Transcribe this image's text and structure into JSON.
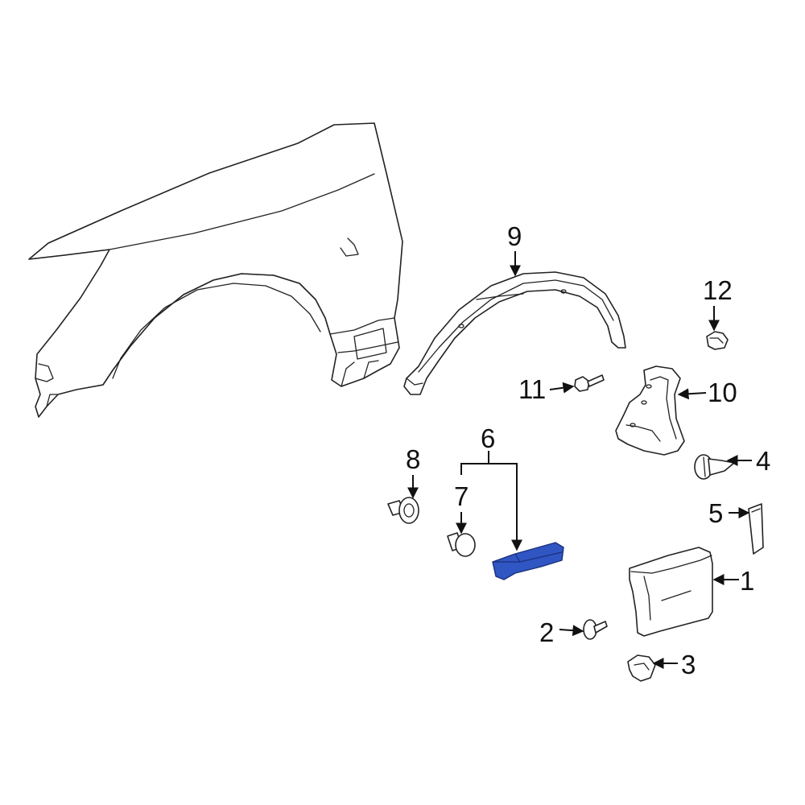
{
  "diagram": {
    "highlight_color": "#2f56c2",
    "callouts": {
      "c1": "1",
      "c2": "2",
      "c3": "3",
      "c4": "4",
      "c5": "5",
      "c6": "6",
      "c7": "7",
      "c8": "8",
      "c9": "9",
      "c10": "10",
      "c11": "11",
      "c12": "12"
    }
  }
}
